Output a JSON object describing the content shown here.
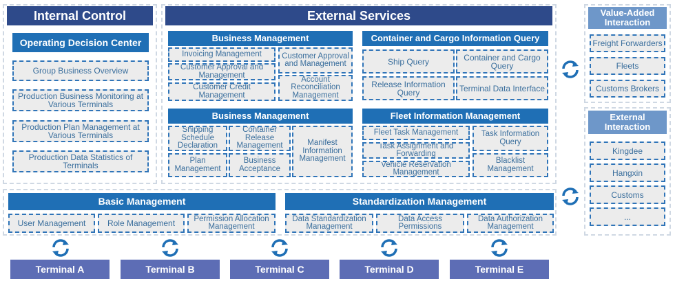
{
  "internal_control": {
    "title": "Internal Control",
    "section_title": "Operating Decision Center",
    "items": [
      "Group Business Overview",
      "Production Business Monitoring at Various Terminals",
      "Production Plan Management at Various Terminals",
      "Production Data Statistics of Terminals"
    ]
  },
  "external_services": {
    "title": "External Services",
    "business_management_1": {
      "title": "Business Management",
      "items": [
        "Invoicing Management",
        "Customer Approval and Management",
        "Customer Approval and Management",
        "Customer Credit Management",
        "Account Reconciliation Management"
      ]
    },
    "container_cargo_query": {
      "title": "Container and Cargo Information Query",
      "items": [
        "Ship Query",
        "Container and Cargo Query",
        "Release Information Query",
        "Terminal Data Interface"
      ]
    },
    "business_management_2": {
      "title": "Business Management",
      "items": [
        "Shipping Schedule Declaration",
        "Container Release Management",
        "Manifest Information Management",
        "Plan Management",
        "Business Acceptance"
      ]
    },
    "fleet_information": {
      "title": "Fleet Information Management",
      "items": [
        "Fleet Task Management",
        "Task Information Query",
        "Task Assignment and Forwarding",
        "Vehicle Reservation Management",
        "Blacklist Management"
      ]
    }
  },
  "basic_management": {
    "title": "Basic Management",
    "items": [
      "User Management",
      "Role Management",
      "Permission Allocation Management"
    ]
  },
  "standardization_management": {
    "title": "Standardization Management",
    "items": [
      "Data Standardization Management",
      "Data Access Permissions",
      "Data Authorization Management"
    ]
  },
  "value_added_interaction": {
    "title": "Value-Added Interaction",
    "items": [
      "Freight Forwarders",
      "Fleets",
      "Customs Brokers"
    ]
  },
  "external_interaction": {
    "title": "External Interaction",
    "items": [
      "Kingdee",
      "Hangxin",
      "Customs",
      "..."
    ]
  },
  "terminals": [
    "Terminal A",
    "Terminal B",
    "Terminal C",
    "Terminal D",
    "Terminal E"
  ],
  "icons": {
    "sync": "sync-icon"
  },
  "colors": {
    "navy": "#2e4a8a",
    "blue": "#1f6fb5",
    "light_blue": "#6e97c9",
    "terminal": "#5d6db5",
    "box_fill": "#ececec",
    "box_border": "#2f74b8",
    "text": "#3b6f9d"
  }
}
